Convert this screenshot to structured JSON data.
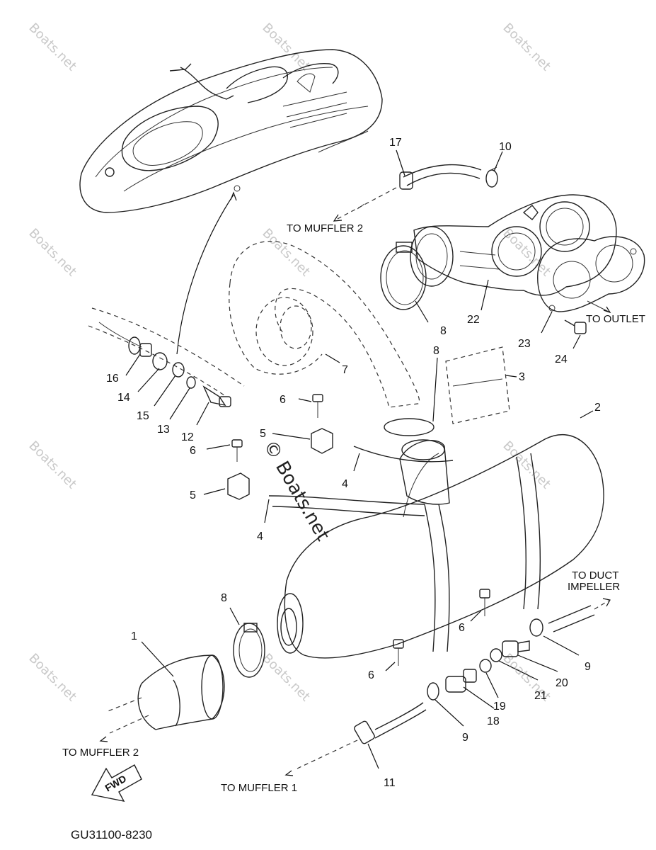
{
  "diagram": {
    "code": "GU31100-8230",
    "labels": {
      "to_muffler2_top": "TO MUFFLER 2",
      "to_outlet": "TO OUTLET",
      "to_duct_impeller_line1": "TO DUCT",
      "to_duct_impeller_line2": "IMPELLER",
      "to_muffler2_bottom": "TO MUFFLER 2",
      "to_muffler1": "TO MUFFLER 1",
      "fwd": "FWD"
    },
    "watermark": "Boats.net",
    "watermark_center": "© Boats.net",
    "part_numbers": [
      "1",
      "2",
      "3",
      "4",
      "4",
      "5",
      "5",
      "6",
      "6",
      "6",
      "6",
      "7",
      "8",
      "8",
      "8",
      "9",
      "9",
      "10",
      "11",
      "12",
      "13",
      "14",
      "15",
      "16",
      "17",
      "18",
      "19",
      "20",
      "21",
      "22",
      "23",
      "24"
    ]
  }
}
